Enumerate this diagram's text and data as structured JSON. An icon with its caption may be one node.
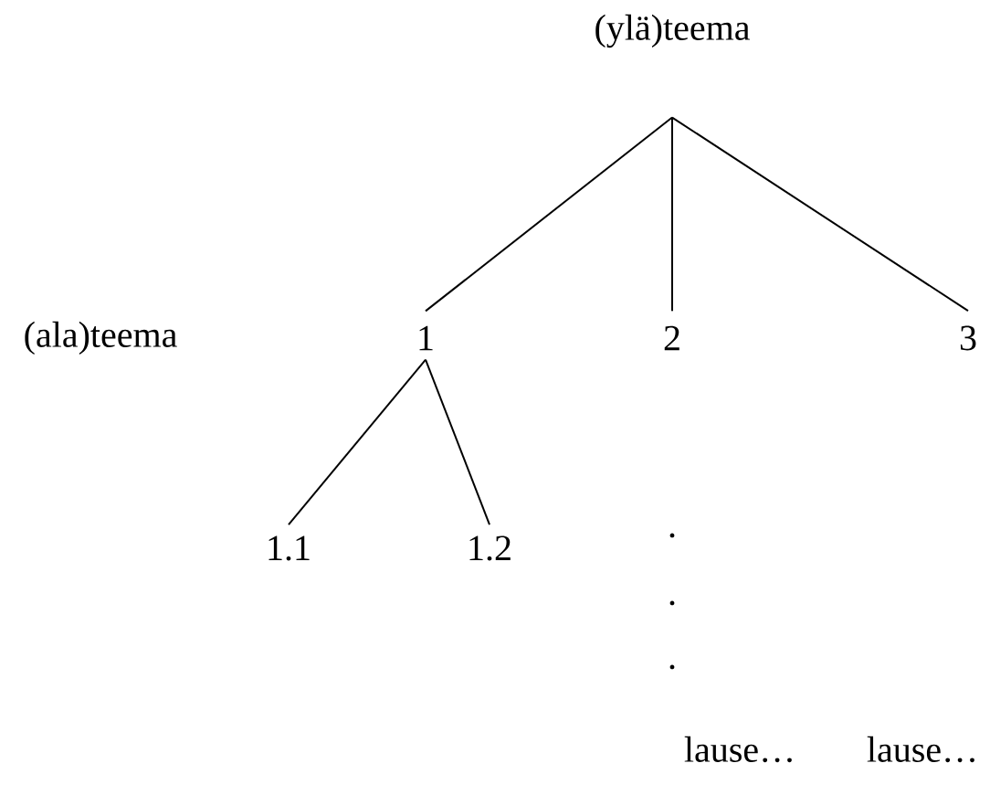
{
  "diagram": {
    "nodes": [
      {
        "text": [
          "(ylä)teema"
        ]
      },
      {
        "text": [
          "1"
        ]
      },
      {
        "text": [
          "2"
        ]
      },
      {
        "text": [
          "3"
        ]
      },
      {
        "text": [
          "1.1"
        ]
      },
      {
        "text": [
          "1.2"
        ]
      }
    ],
    "edges": [
      {
        "from": 0,
        "to": 1,
        "arrow": "none"
      },
      {
        "from": 0,
        "to": 2,
        "arrow": "none"
      },
      {
        "from": 0,
        "to": 3,
        "arrow": "none"
      },
      {
        "from": 1,
        "to": 4,
        "arrow": "none"
      },
      {
        "from": 1,
        "to": 5,
        "arrow": "none"
      }
    ],
    "labels": [
      "(ala)teema",
      ".",
      ".",
      ".",
      "lause…",
      "lause…"
    ]
  }
}
